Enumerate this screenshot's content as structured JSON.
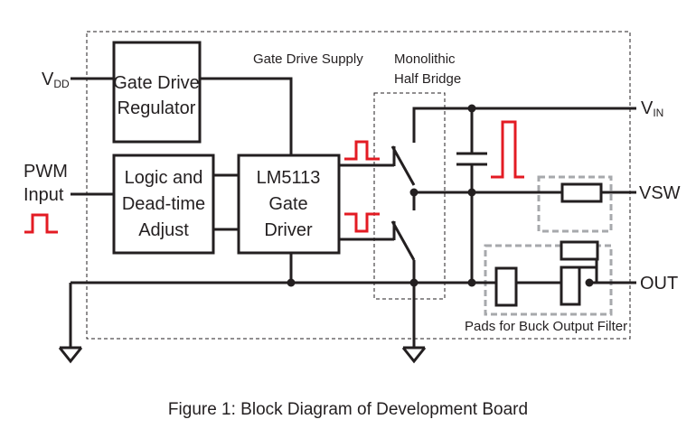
{
  "labels": {
    "vdd_main": "V",
    "vdd_sub": "DD",
    "pwm_line1": "PWM",
    "pwm_line2": "Input",
    "gate_drive_supply": "Gate Drive Supply",
    "monolithic_line1": "Monolithic",
    "monolithic_line2": "Half Bridge",
    "vin_main": "V",
    "vin_sub": "IN",
    "vsw": "VSW",
    "out": "OUT",
    "pads": "Pads for Buck Output Filter"
  },
  "blocks": {
    "regulator_line1": "Gate Drive",
    "regulator_line2": "Regulator",
    "logic_line1": "Logic and",
    "logic_line2": "Dead-time",
    "logic_line3": "Adjust",
    "driver_line1": "LM5113",
    "driver_line2": "Gate",
    "driver_line3": "Driver"
  },
  "caption": "Figure 1: Block Diagram of Development Board",
  "colors": {
    "ink": "#231f20",
    "pulse": "#e31b23",
    "pad_outline": "#a7a9ac"
  }
}
